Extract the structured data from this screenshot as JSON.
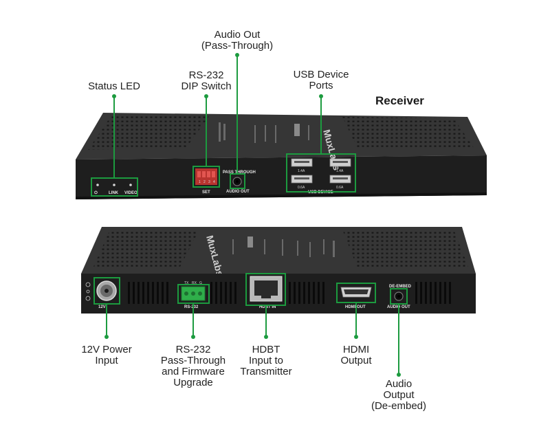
{
  "heading": "Receiver",
  "callouts": {
    "status_led": [
      "Status LED"
    ],
    "rs232_dip": [
      "RS-232",
      "DIP Switch"
    ],
    "audio_out_pass": [
      "Audio Out",
      "(Pass-Through)"
    ],
    "usb_ports": [
      "USB Device",
      "Ports"
    ],
    "power": [
      "12V Power",
      "Input"
    ],
    "rs232_fw": [
      "RS-232",
      "Pass-Through",
      "and Firmware",
      "Upgrade"
    ],
    "hdbt": [
      "HDBT",
      "Input to",
      "Transmitter"
    ],
    "hdmi": [
      "HDMI",
      "Output"
    ],
    "audio_deembed": [
      "Audio",
      "Output",
      "(De-embed)"
    ]
  },
  "panel_labels": {
    "led_power": "⏻",
    "led_link": "LINK",
    "led_video": "VIDEO",
    "dip_set": "SET",
    "dip_numbers": [
      "1",
      "2",
      "3",
      "4"
    ],
    "pass_through": "PASS THROUGH",
    "audio_out": "AUDIO OUT",
    "usb_current_top_left": "1.4A",
    "usb_current_top_right": "1.4A",
    "usb_current_bottom_left": "0.6A",
    "usb_current_bottom_right": "0.6A",
    "usb_device": "USB DEVICE",
    "power_12v": "12V",
    "rs232_pins": [
      "TX",
      "RX",
      "G"
    ],
    "rs232": "RS-232",
    "hdbt_in": "HDBT IN",
    "hdmi_out": "HDMI OUT",
    "de_embed": "DE-EMBED",
    "audio_out_2": "AUDIO OUT"
  },
  "colors": {
    "accent": "#1c9b3f",
    "chassis_top": "#3a3a3a",
    "chassis_front": "#1f1f1f",
    "label_text": "#e8e8e8"
  }
}
